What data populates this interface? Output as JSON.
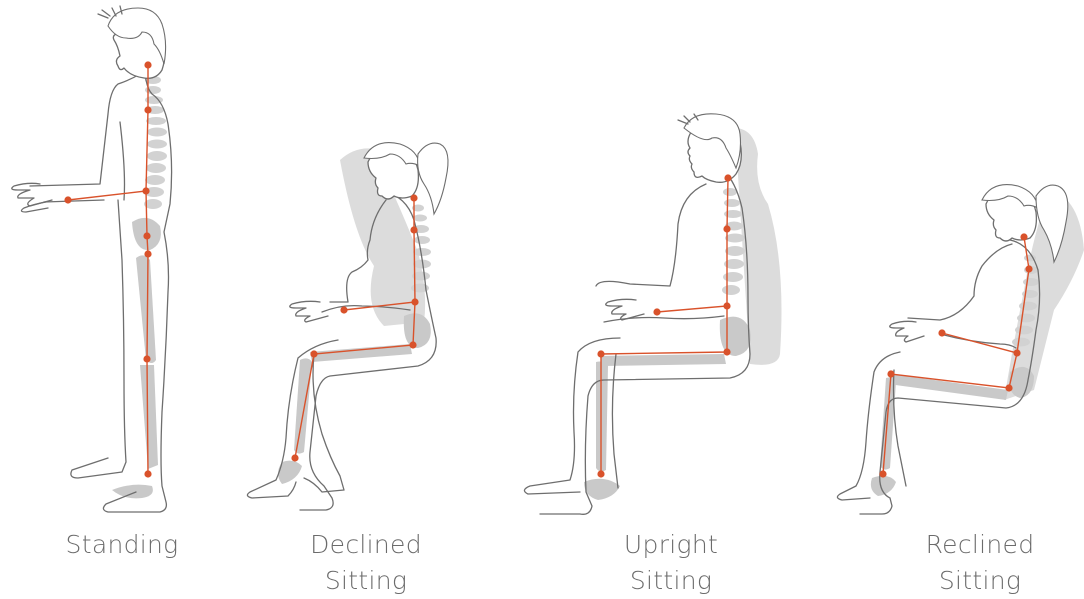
{
  "postures": [
    {
      "id": "standing",
      "line1": "Standing",
      "line2": ""
    },
    {
      "id": "declined",
      "line1": "Declined",
      "line2": "Sitting"
    },
    {
      "id": "upright",
      "line1": "Upright",
      "line2": "Sitting"
    },
    {
      "id": "reclined",
      "line1": "Reclined",
      "line2": "Sitting"
    }
  ],
  "colors": {
    "outline": "#6e6e6e",
    "skeleton": "#c4c4c4",
    "shadow": "#d8d8d8",
    "joint": "#d9522b",
    "caption": "#6b6b6b"
  }
}
